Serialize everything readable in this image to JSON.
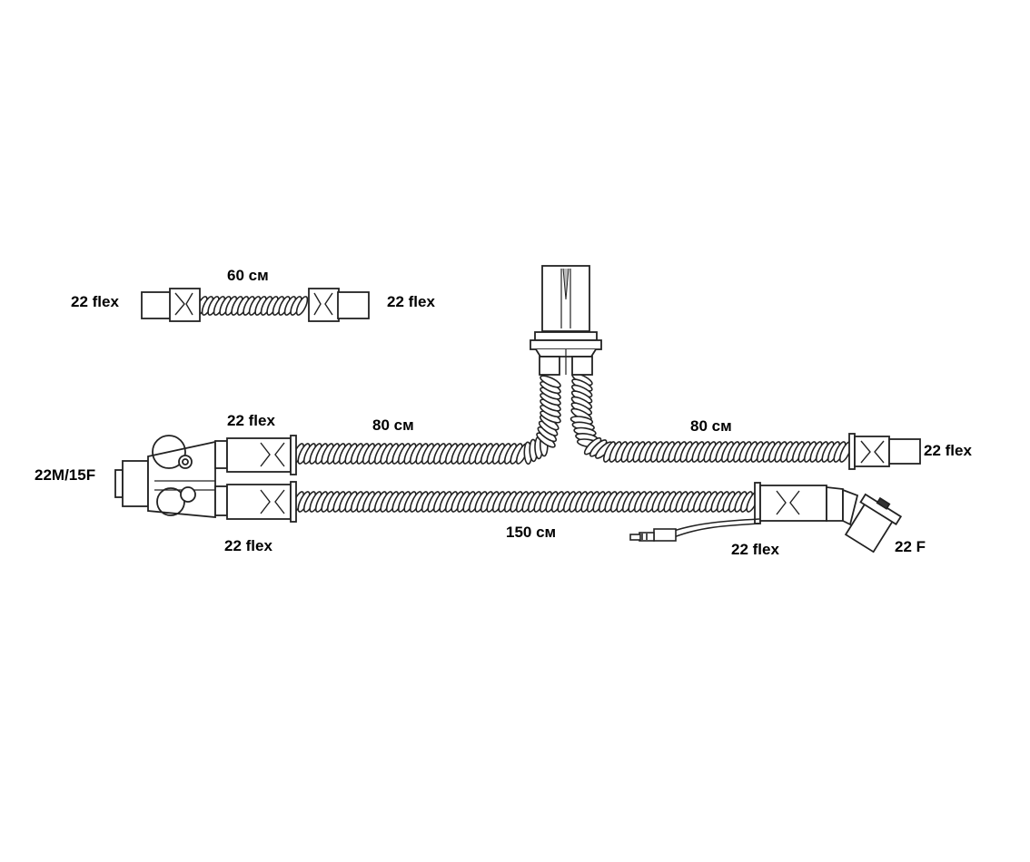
{
  "colors": {
    "line": "#222222",
    "fill": "#ffffff",
    "shade": "#e6e6e6",
    "text": "#000000"
  },
  "short_hose": {
    "length_label": "60 см",
    "left_connector_label": "22 flex",
    "right_connector_label": "22 flex"
  },
  "circuit": {
    "patient_connector_label": "22M/15F",
    "inspiratory_connector_label": "22 flex",
    "expiratory_connector_label": "22 flex",
    "upper_left_hose_label": "80 см",
    "upper_right_hose_label": "80 см",
    "upper_right_connector_label": "22 flex",
    "lower_hose_label": "150 см",
    "lower_right_connector_label": "22 flex",
    "elbow_connector_label": "22 F"
  }
}
